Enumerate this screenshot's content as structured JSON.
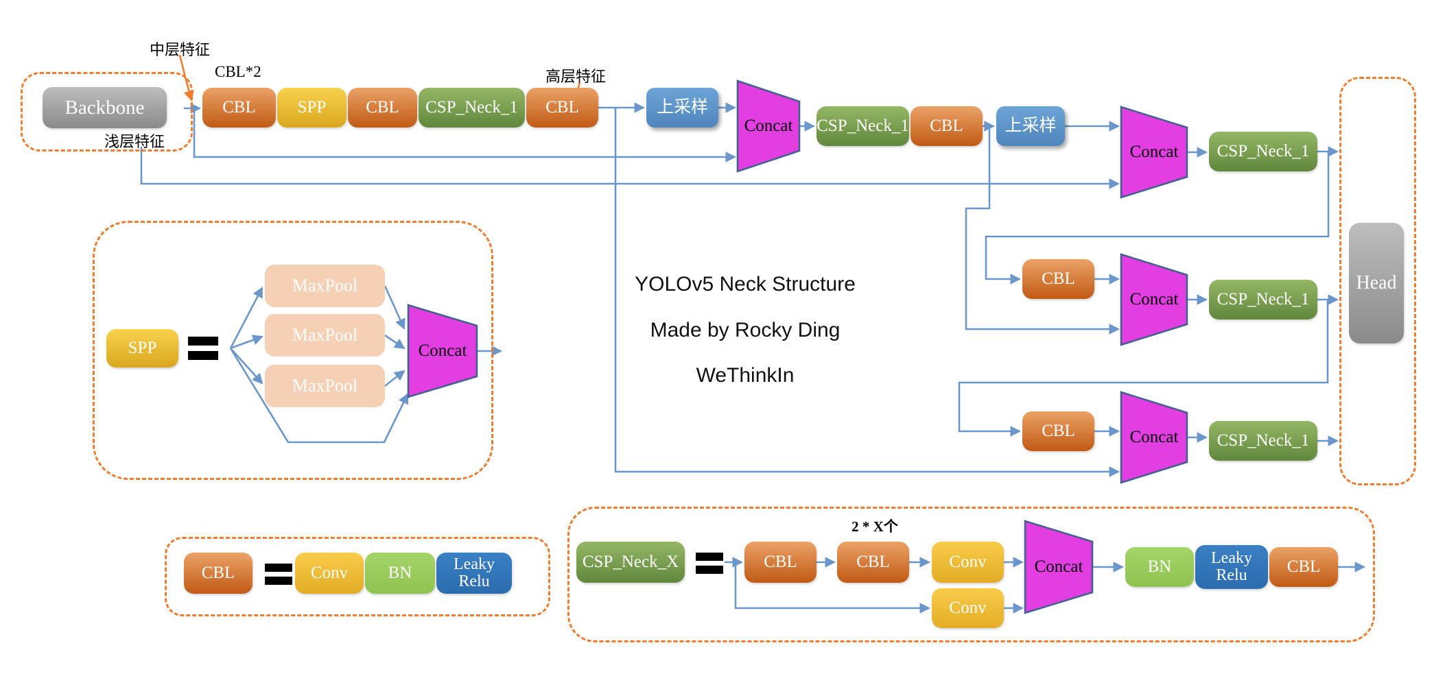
{
  "diagram": {
    "title_lines": {
      "line1": "YOLOv5 Neck Structure",
      "line2": "Made by Rocky Ding",
      "line3": "WeThinkIn"
    },
    "annotations": {
      "mid_feature": "中层特征",
      "shallow_feature": "浅层特征",
      "high_feature": "高层特征",
      "cbl_times_2": "CBL*2",
      "two_times_x": "2 * X个"
    },
    "labels": {
      "backbone": "Backbone",
      "head": "Head",
      "cbl": "CBL",
      "spp": "SPP",
      "csp_neck_1": "CSP_Neck_1",
      "csp_neck_x": "CSP_Neck_X",
      "upsample": "上采样",
      "concat": "Concat",
      "maxpool": "MaxPool",
      "conv": "Conv",
      "bn": "BN",
      "leaky_relu": "Leaky Relu"
    },
    "colors": {
      "cbl_orange": "#c05a14",
      "conv_yellow": "#e3ac25",
      "csp_green": "#61873c",
      "bn_light_green": "#8fc351",
      "leaky_relu_blue": "#2b6cae",
      "upsample_blue": "#4e86bb",
      "maxpool_peach": "#f6d0b5",
      "concat_magenta": "#e23ee2",
      "gray_block": "#8a8a8a",
      "dashed_border_orange": "#ed7d31",
      "wire_blue": "#6b96ca"
    }
  }
}
